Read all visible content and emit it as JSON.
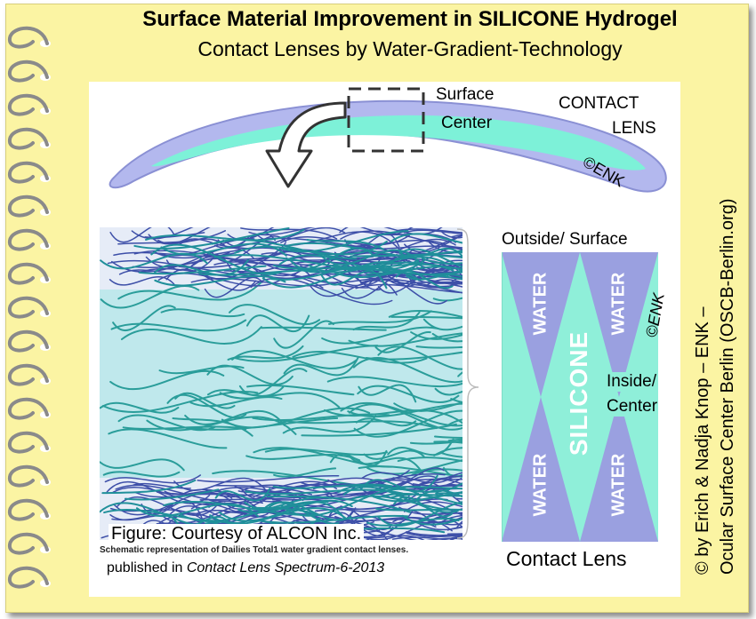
{
  "title": "Surface Material Improvement in SILICONE Hydrogel",
  "subtitle": "Contact Lenses by Water-Gradient-Technology",
  "lens": {
    "surface_label": "Surface",
    "center_label": "Center",
    "contact_label_1": "CONTACT",
    "contact_label_2": "LENS",
    "copyright_mark": "©ENK"
  },
  "schematic": {
    "outside_label": "Outside/ Surface",
    "inside_label_1": "Inside/",
    "inside_label_2": "Center",
    "water_label": "WATER",
    "silicone_label": "SILICONE",
    "copyright_mark": "©ENK",
    "bottom_label": "Contact Lens"
  },
  "figure": {
    "courtesy": "Figure: Courtesy of ALCON Inc.",
    "schematic_note": "Schematic representation of Dailies Total1 water gradient contact lenses.",
    "published_prefix": "published in ",
    "published_source": "Contact Lens Spectrum-6-2013"
  },
  "credit": {
    "line1": "© by Erich & Nadja Knop – ENK –",
    "line2": "Ocular Surface Center Berlin (OSCB-Berlin.org)"
  },
  "colors": {
    "page": "#fbf4a3",
    "water": "#9aa0e0",
    "silicone": "#8fefd9",
    "lens_outer": "#9fa6e6",
    "lens_inner": "#7df1d8",
    "fiber_teal": "#2a9d9a",
    "fiber_purple": "#3d4fa8"
  }
}
